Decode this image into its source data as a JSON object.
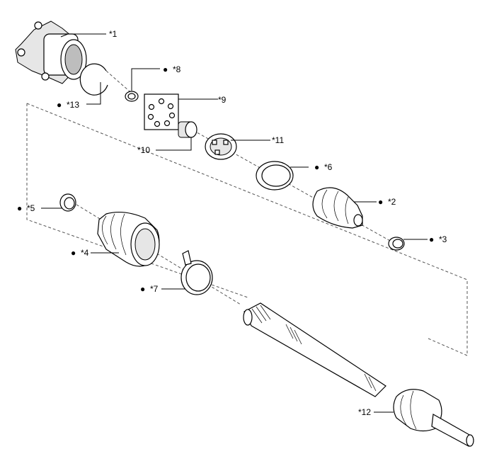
{
  "callouts": [
    {
      "id": "c1",
      "text": "*1",
      "bullet": false
    },
    {
      "id": "c2",
      "text": "*2",
      "bullet": true
    },
    {
      "id": "c3",
      "text": "*3",
      "bullet": true
    },
    {
      "id": "c4",
      "text": "*4",
      "bullet": true
    },
    {
      "id": "c5",
      "text": "*5",
      "bullet": true
    },
    {
      "id": "c6",
      "text": "*6",
      "bullet": true
    },
    {
      "id": "c7",
      "text": "*7",
      "bullet": true
    },
    {
      "id": "c8",
      "text": "*8",
      "bullet": true
    },
    {
      "id": "c9",
      "text": "*9",
      "bullet": false
    },
    {
      "id": "c10",
      "text": "*10",
      "bullet": false
    },
    {
      "id": "c11",
      "text": "*11",
      "bullet": false
    },
    {
      "id": "c12",
      "text": "*12",
      "bullet": false
    },
    {
      "id": "c13",
      "text": "*13",
      "bullet": true
    }
  ],
  "bullet_glyph": "●"
}
